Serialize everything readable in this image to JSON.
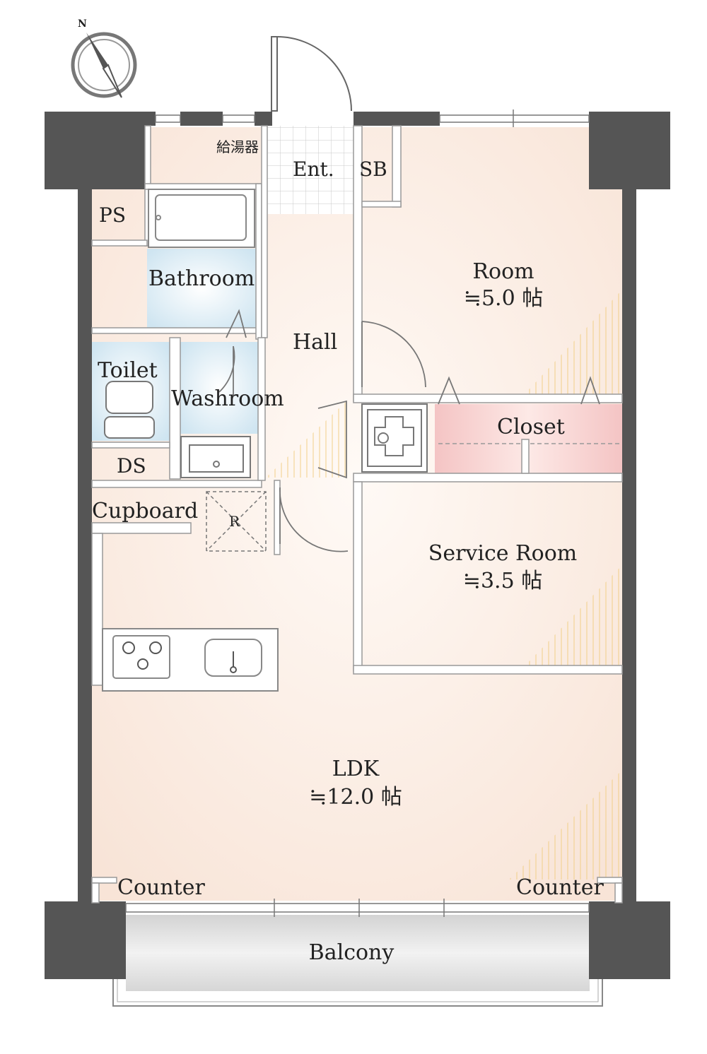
{
  "compass": {
    "label": "N"
  },
  "rooms": {
    "water_heater": "給湯器",
    "entrance": "Ent.",
    "shoe_box": "SB",
    "pipe_space": "PS",
    "bathroom": "Bathroom",
    "hall": "Hall",
    "toilet": "Toilet",
    "washroom": "Washroom",
    "duct_space": "DS",
    "cupboard": "Cupboard",
    "refrigerator": "R",
    "closet": "Closet",
    "room": {
      "name": "Room",
      "area": "≒5.0 帖"
    },
    "service_room": {
      "name": "Service Room",
      "area": "≒3.5 帖"
    },
    "ldk": {
      "name": "LDK",
      "area": "≒12.0 帖"
    },
    "counter_left": "Counter",
    "counter_right": "Counter",
    "balcony": "Balcony"
  },
  "colors": {
    "wall": "#555555",
    "floor": "#fbe9df",
    "wet_area": "#dcecf5",
    "closet": "#f6cfcf",
    "balcony": "#e2e2e2"
  }
}
